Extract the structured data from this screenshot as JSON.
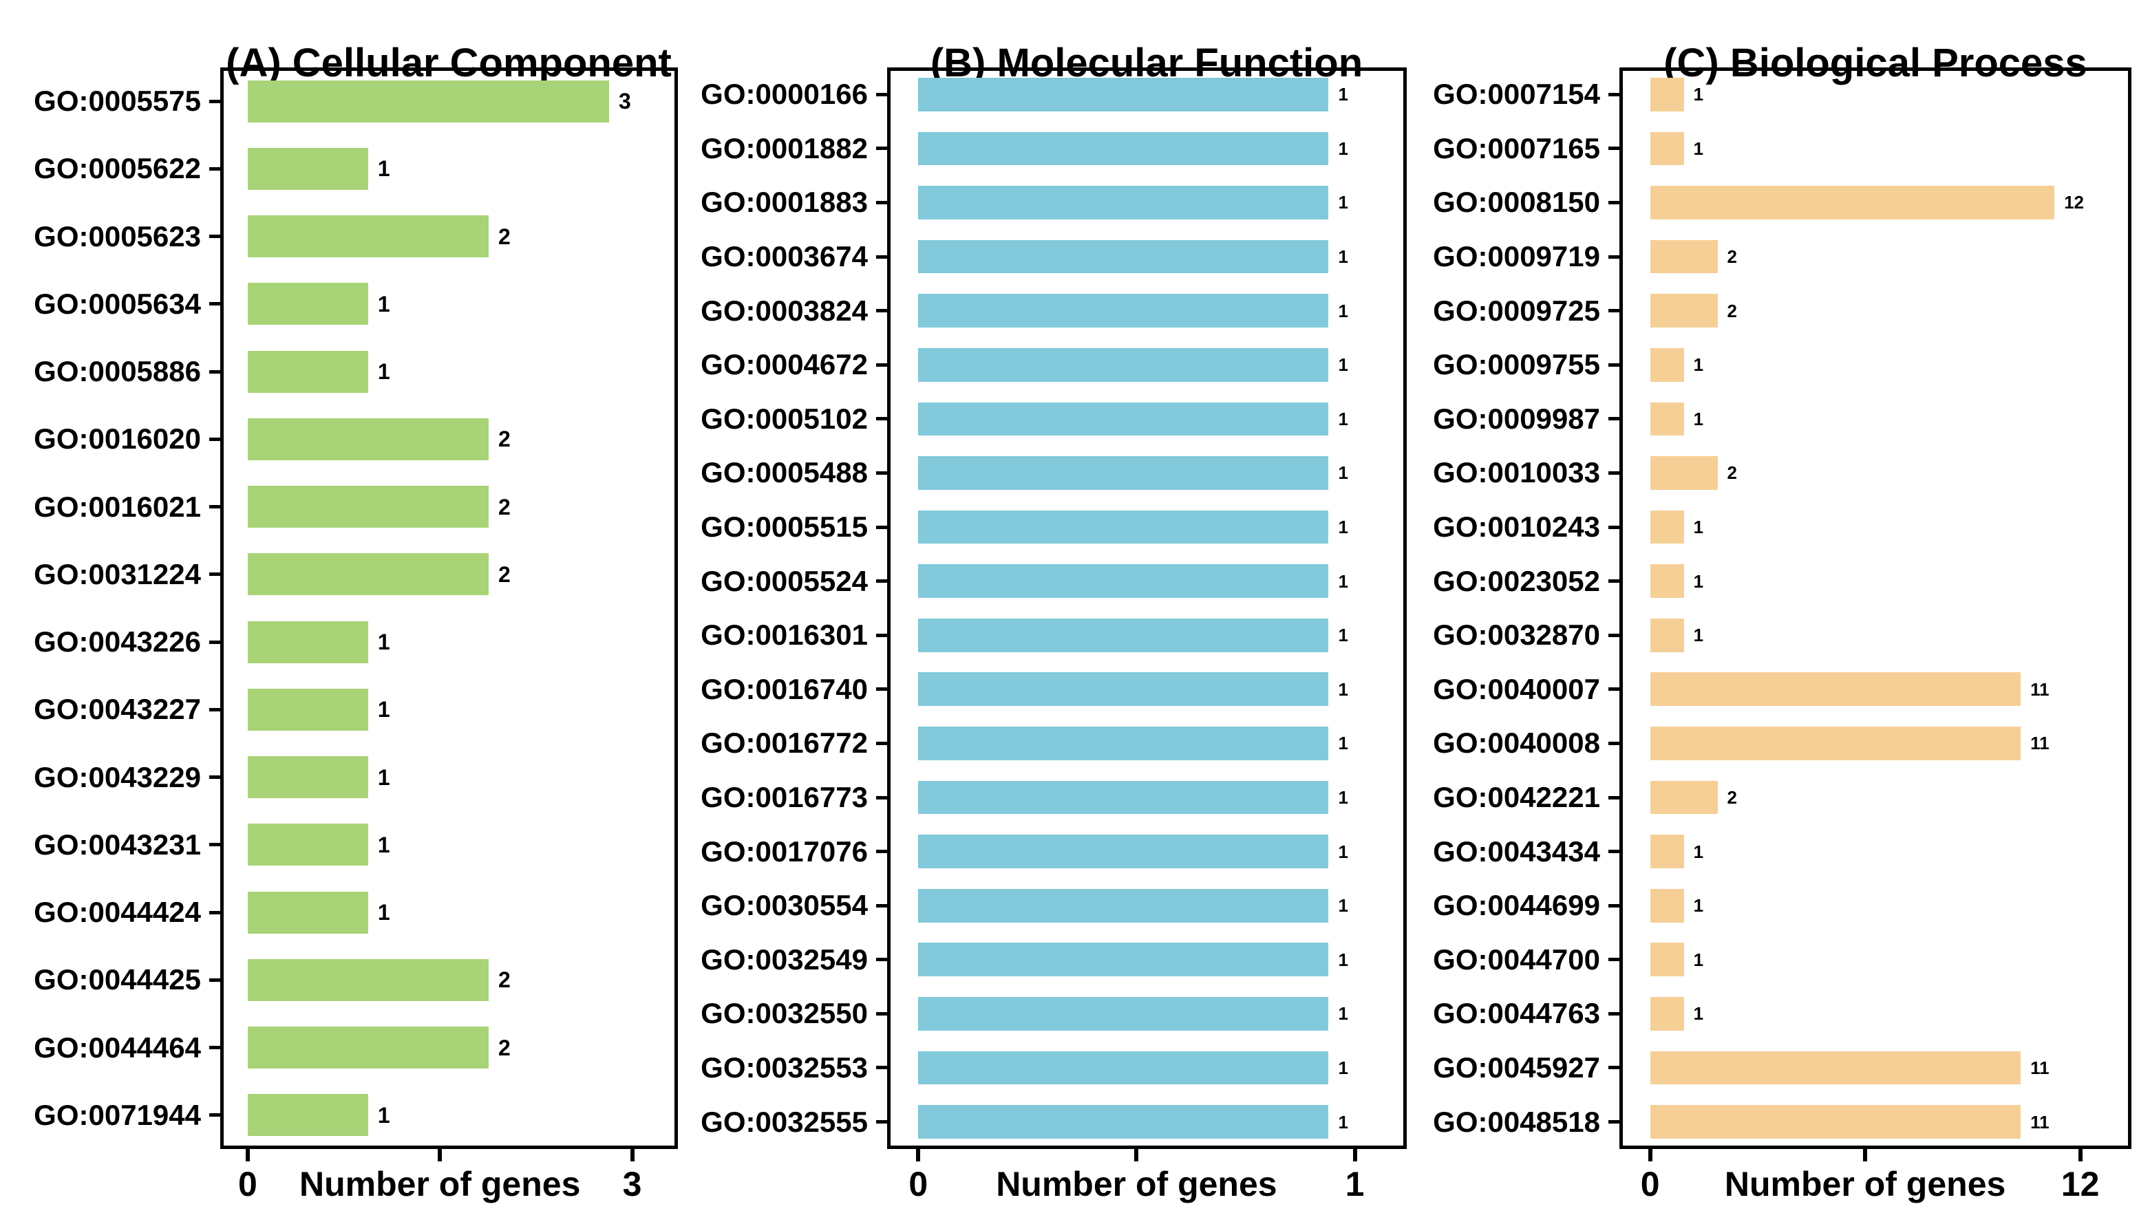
{
  "figure": {
    "xlabel_shared": "Number of genes",
    "background": "#ffffff",
    "frame_color": "#000000"
  },
  "chart_data": [
    {
      "panel": "A",
      "type": "bar",
      "orientation": "horizontal",
      "title": "(A) Cellular Component",
      "xlabel": "Number of genes",
      "bar_color": "#a8d376",
      "xlim": [
        0,
        3.3
      ],
      "xticks": [
        0,
        1.5,
        3
      ],
      "xtick_labels": [
        "0",
        "3"
      ],
      "xtick_max": 3,
      "grid": false,
      "legend": null,
      "categories": [
        "GO:0005575",
        "GO:0005622",
        "GO:0005623",
        "GO:0005634",
        "GO:0005886",
        "GO:0016020",
        "GO:0016021",
        "GO:0031224",
        "GO:0043226",
        "GO:0043227",
        "GO:0043229",
        "GO:0043231",
        "GO:0044424",
        "GO:0044425",
        "GO:0044464",
        "GO:0071944"
      ],
      "values": [
        3,
        1,
        2,
        1,
        1,
        2,
        2,
        2,
        1,
        1,
        1,
        1,
        1,
        2,
        2,
        1
      ]
    },
    {
      "panel": "B",
      "type": "bar",
      "orientation": "horizontal",
      "title": "(B) Molecular Function",
      "xlabel": "Number of genes",
      "bar_color": "#81c9db",
      "xlim": [
        0,
        1.1
      ],
      "xticks": [
        0,
        0.5,
        1
      ],
      "xtick_labels": [
        "0",
        "1"
      ],
      "xtick_max": 1,
      "grid": false,
      "legend": null,
      "categories": [
        "GO:0000166",
        "GO:0001882",
        "GO:0001883",
        "GO:0003674",
        "GO:0003824",
        "GO:0004672",
        "GO:0005102",
        "GO:0005488",
        "GO:0005515",
        "GO:0005524",
        "GO:0016301",
        "GO:0016740",
        "GO:0016772",
        "GO:0016773",
        "GO:0017076",
        "GO:0030554",
        "GO:0032549",
        "GO:0032550",
        "GO:0032553",
        "GO:0032555"
      ],
      "values": [
        1,
        1,
        1,
        1,
        1,
        1,
        1,
        1,
        1,
        1,
        1,
        1,
        1,
        1,
        1,
        1,
        1,
        1,
        1,
        1
      ]
    },
    {
      "panel": "C",
      "type": "bar",
      "orientation": "horizontal",
      "title": "(C) Biological Process",
      "xlabel": "Number of genes",
      "bar_color": "#f6cf97",
      "xlim": [
        0,
        13.3
      ],
      "xticks": [
        0,
        6,
        12
      ],
      "xtick_labels": [
        "0",
        "12"
      ],
      "xtick_max": 12,
      "grid": false,
      "legend": null,
      "categories": [
        "GO:0007154",
        "GO:0007165",
        "GO:0008150",
        "GO:0009719",
        "GO:0009725",
        "GO:0009755",
        "GO:0009987",
        "GO:0010033",
        "GO:0010243",
        "GO:0023052",
        "GO:0032870",
        "GO:0040007",
        "GO:0040008",
        "GO:0042221",
        "GO:0043434",
        "GO:0044699",
        "GO:0044700",
        "GO:0044763",
        "GO:0045927",
        "GO:0048518"
      ],
      "values": [
        1,
        1,
        12,
        2,
        2,
        1,
        1,
        2,
        1,
        1,
        1,
        11,
        11,
        2,
        1,
        1,
        1,
        1,
        11,
        11
      ]
    }
  ]
}
